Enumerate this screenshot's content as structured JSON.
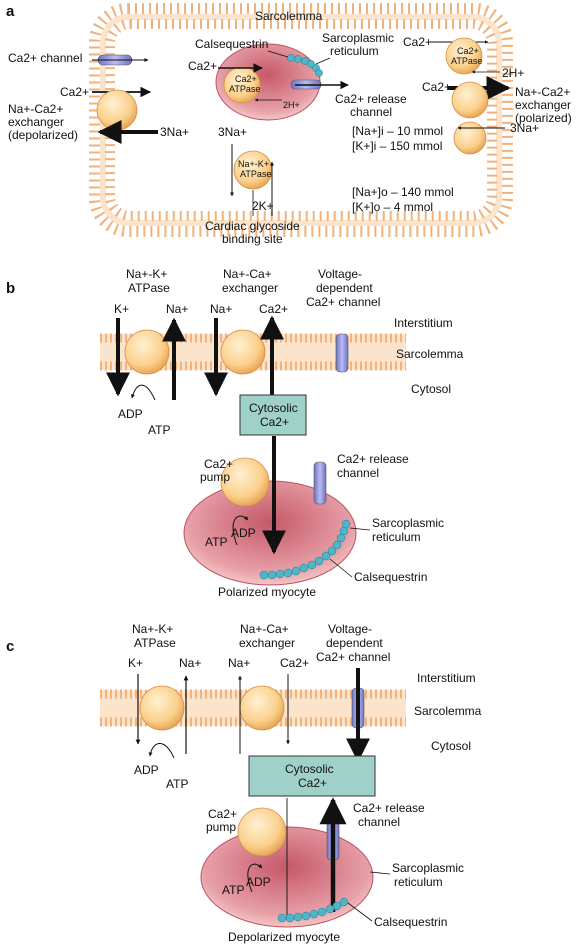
{
  "panels": {
    "a": {
      "letter": "a",
      "sarcolemma": "Sarcolemma",
      "ca_channel": "Ca2+ channel",
      "ca_in": "Ca2+",
      "ncx_line1": "Na+-Ca2+",
      "ncx_line2": "exchanger",
      "ncx_line3": "(depolarized)",
      "na3_out": "3Na+",
      "calsequestrin": "Calsequestrin",
      "sr_line1": "Sarcoplasmic",
      "sr_line2": "reticulum",
      "ca_to_sr": "Ca2+",
      "serca_line1": "Ca2+",
      "serca_line2": "ATPase",
      "h2": "2H+",
      "release_line1": "Ca2+ release",
      "release_line2": "channel",
      "ca_top_right": "Ca2+",
      "pmca_line1": "Ca2+",
      "pmca_line2": "ATPase",
      "h2_right": "2H+",
      "ca_right": "Ca2+",
      "ncx_r_line1": "Na+-Ca2+",
      "ncx_r_line2": "exchanger",
      "ncx_r_line3": "(polarized)",
      "na3_right": "3Na+",
      "na3_pump": "3Na+",
      "nak_line1": "Na+-K+",
      "nak_line2": "ATPase",
      "k2": "2K+",
      "na_i": "[Na+]i – 10 mmol",
      "k_i": "[K+]i – 150 mmol",
      "na_o": "[Na+]o – 140 mmol",
      "k_o": "[K+]o – 4 mmol",
      "glyco_line1": "Cardiac glycoside",
      "glyco_line2": "binding site"
    },
    "b": {
      "letter": "b",
      "nak_line1": "Na+-K+",
      "nak_line2": "ATPase",
      "ncx_line1": "Na+-Ca+",
      "ncx_line2": "exchanger",
      "vdcc_line1": "Voltage-",
      "vdcc_line2": "dependent",
      "vdcc_line3": "Ca2+ channel",
      "k": "K+",
      "na": "Na+",
      "na2": "Na+",
      "ca": "Ca2+",
      "interstitium": "Interstitium",
      "sarcolemma": "Sarcolemma",
      "cytosol": "Cytosol",
      "adp": "ADP",
      "atp": "ATP",
      "cyto_line1": "Cytosolic",
      "cyto_line2": "Ca2+",
      "pump_line1": "Ca2+",
      "pump_line2": "pump",
      "release_line1": "Ca2+ release",
      "release_line2": "channel",
      "sr_atp": "ATP",
      "sr_adp": "ADP",
      "sr_line1": "Sarcoplasmic",
      "sr_line2": "reticulum",
      "calsequestrin": "Calsequestrin",
      "caption": "Polarized myocyte"
    },
    "c": {
      "letter": "c",
      "nak_line1": "Na+-K+",
      "nak_line2": "ATPase",
      "ncx_line1": "Na+-Ca+",
      "ncx_line2": "exchanger",
      "vdcc_line1": "Voltage-",
      "vdcc_line2": "dependent",
      "vdcc_line3": "Ca2+ channel",
      "k": "K+",
      "na": "Na+",
      "na2": "Na+",
      "ca": "Ca2+",
      "interstitium": "Interstitium",
      "sarcolemma": "Sarcolemma",
      "cytosol": "Cytosol",
      "adp": "ADP",
      "atp": "ATP",
      "cyto_line1": "Cytosolic",
      "cyto_line2": "Ca2+",
      "pump_line1": "Ca2+",
      "pump_line2": "pump",
      "release_line1": "Ca2+ release",
      "release_line2": "channel",
      "sr_atp": "ATP",
      "sr_adp": "ADP",
      "sr_line1": "Sarcoplasmic",
      "sr_line2": "reticulum",
      "calsequestrin": "Calsequestrin",
      "caption": "Depolarized myocyte"
    }
  },
  "colors": {
    "lipid_head": "#f2b27c",
    "lipid_band": "#fbe3cc",
    "transporter": "#fbd08b",
    "channel": "#8f94d6",
    "sr_fill": "#d98e98",
    "cytosolic_box": "#9fd1c8",
    "calsequestrin": "#4fb6c9"
  }
}
